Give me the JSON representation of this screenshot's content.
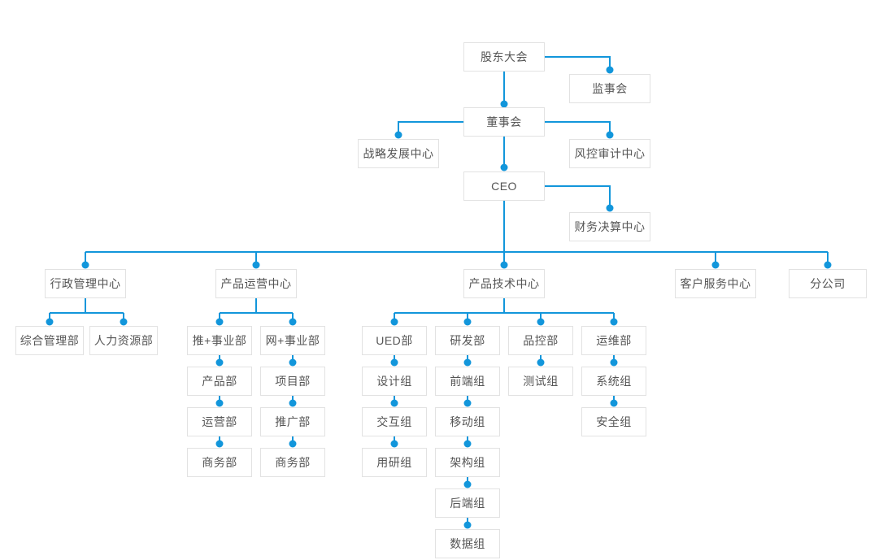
{
  "colors": {
    "connector": "#1296db",
    "node_border": "#e2e2e2",
    "node_text": "#555555",
    "background": "#ffffff"
  },
  "org_chart": {
    "nodes": {
      "shareholders": {
        "label": "股东大会"
      },
      "supervisory": {
        "label": "监事会"
      },
      "board": {
        "label": "董事会"
      },
      "strategy_center": {
        "label": "战略发展中心"
      },
      "risk_audit_center": {
        "label": "风控审计中心"
      },
      "ceo": {
        "label": "CEO"
      },
      "finance_center": {
        "label": "财务决算中心"
      },
      "admin_center": {
        "label": "行政管理中心"
      },
      "general_affairs": {
        "label": "综合管理部"
      },
      "hr": {
        "label": "人力资源部"
      },
      "product_ops_center": {
        "label": "产品运营中心"
      },
      "tui_division": {
        "label": "推+事业部"
      },
      "tui_product": {
        "label": "产品部"
      },
      "tui_operation": {
        "label": "运营部"
      },
      "tui_business": {
        "label": "商务部"
      },
      "wang_division": {
        "label": "网+事业部"
      },
      "wang_project": {
        "label": "项目部"
      },
      "wang_promotion": {
        "label": "推广部"
      },
      "wang_business": {
        "label": "商务部"
      },
      "product_tech_center": {
        "label": "产品技术中心"
      },
      "ued": {
        "label": "UED部"
      },
      "design": {
        "label": "设计组"
      },
      "interaction": {
        "label": "交互组"
      },
      "user_research": {
        "label": "用研组"
      },
      "rd": {
        "label": "研发部"
      },
      "frontend": {
        "label": "前端组"
      },
      "mobile": {
        "label": "移动组"
      },
      "architecture": {
        "label": "架构组"
      },
      "backend": {
        "label": "后端组"
      },
      "data_group": {
        "label": "数据组"
      },
      "qc": {
        "label": "品控部"
      },
      "testing": {
        "label": "测试组"
      },
      "om": {
        "label": "运维部"
      },
      "system": {
        "label": "系统组"
      },
      "security": {
        "label": "安全组"
      },
      "customer_service_center": {
        "label": "客户服务中心"
      },
      "branch_company": {
        "label": "分公司"
      }
    },
    "connections": [
      [
        "shareholders",
        "supervisory"
      ],
      [
        "shareholders",
        "board"
      ],
      [
        "board",
        "strategy_center"
      ],
      [
        "board",
        "risk_audit_center"
      ],
      [
        "board",
        "ceo"
      ],
      [
        "ceo",
        "finance_center"
      ],
      [
        "ceo",
        "admin_center"
      ],
      [
        "ceo",
        "product_ops_center"
      ],
      [
        "ceo",
        "product_tech_center"
      ],
      [
        "ceo",
        "customer_service_center"
      ],
      [
        "ceo",
        "branch_company"
      ],
      [
        "admin_center",
        "general_affairs"
      ],
      [
        "admin_center",
        "hr"
      ],
      [
        "product_ops_center",
        "tui_division"
      ],
      [
        "product_ops_center",
        "wang_division"
      ],
      [
        "tui_division",
        "tui_product"
      ],
      [
        "tui_product",
        "tui_operation"
      ],
      [
        "tui_operation",
        "tui_business"
      ],
      [
        "wang_division",
        "wang_project"
      ],
      [
        "wang_project",
        "wang_promotion"
      ],
      [
        "wang_promotion",
        "wang_business"
      ],
      [
        "product_tech_center",
        "ued"
      ],
      [
        "product_tech_center",
        "rd"
      ],
      [
        "product_tech_center",
        "qc"
      ],
      [
        "product_tech_center",
        "om"
      ],
      [
        "ued",
        "design"
      ],
      [
        "design",
        "interaction"
      ],
      [
        "interaction",
        "user_research"
      ],
      [
        "rd",
        "frontend"
      ],
      [
        "frontend",
        "mobile"
      ],
      [
        "mobile",
        "architecture"
      ],
      [
        "architecture",
        "backend"
      ],
      [
        "backend",
        "data_group"
      ],
      [
        "qc",
        "testing"
      ],
      [
        "om",
        "system"
      ],
      [
        "system",
        "security"
      ]
    ]
  }
}
